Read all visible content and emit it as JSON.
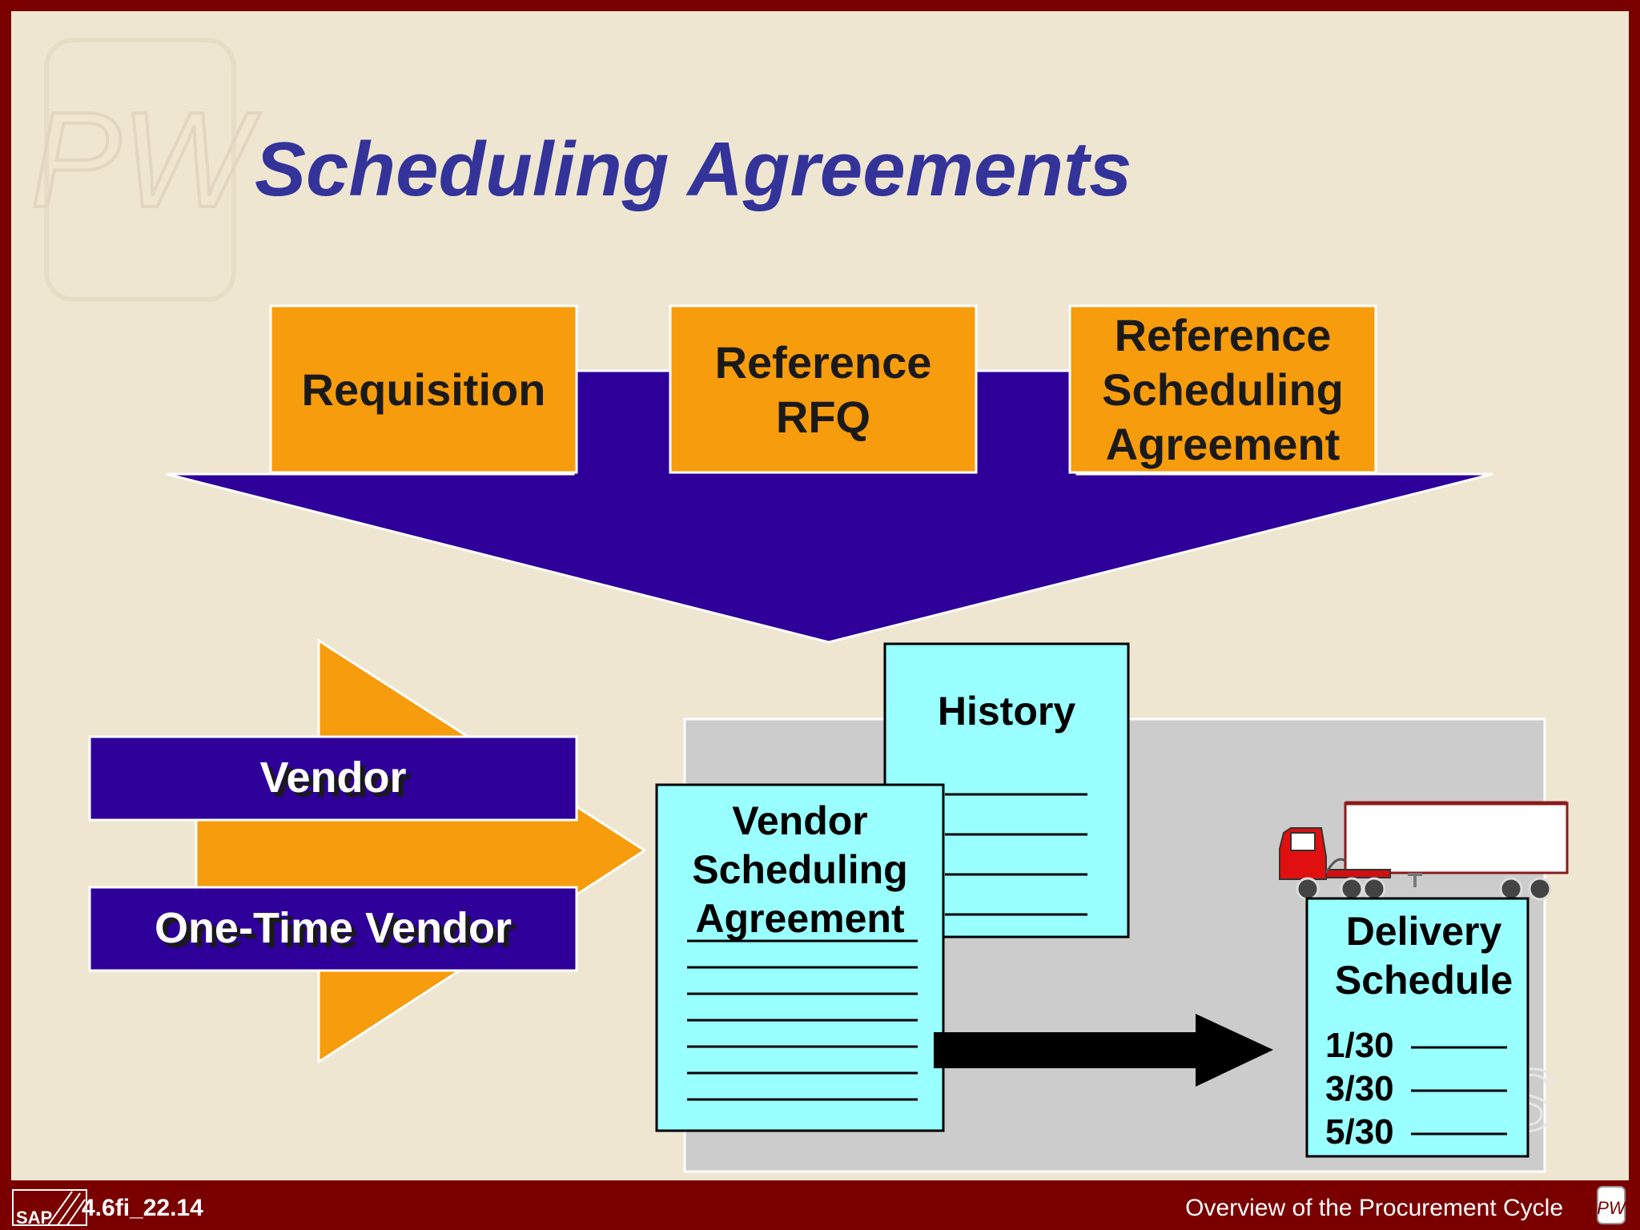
{
  "slide": {
    "title": "Scheduling Agreements",
    "watermark_logo": "PW",
    "footer_code": "4.6fi_22.14",
    "footer_title": "Overview of the Procurement Cycle",
    "sap_logo": "SAP"
  },
  "sources": {
    "requisition": "Requisition",
    "reference_rfq": [
      "Reference",
      "RFQ"
    ],
    "reference_sa": [
      "Reference",
      "Scheduling",
      "Agreement"
    ]
  },
  "vendors": {
    "vendor": "Vendor",
    "one_time_vendor": "One-Time Vendor"
  },
  "documents": {
    "history": "History",
    "vendor_sa": [
      "Vendor",
      "Scheduling",
      "Agreement"
    ],
    "delivery_schedule": [
      "Delivery",
      "Schedule"
    ],
    "dates": [
      "1/30",
      "3/30",
      "5/30"
    ]
  },
  "colors": {
    "frame": "#7a0000",
    "background": "#efe6d2",
    "title": "#33339a",
    "orange": "#f79c0c",
    "indigo": "#2e0099",
    "cyan": "#99ffff",
    "gray_panel": "#cccccc"
  }
}
